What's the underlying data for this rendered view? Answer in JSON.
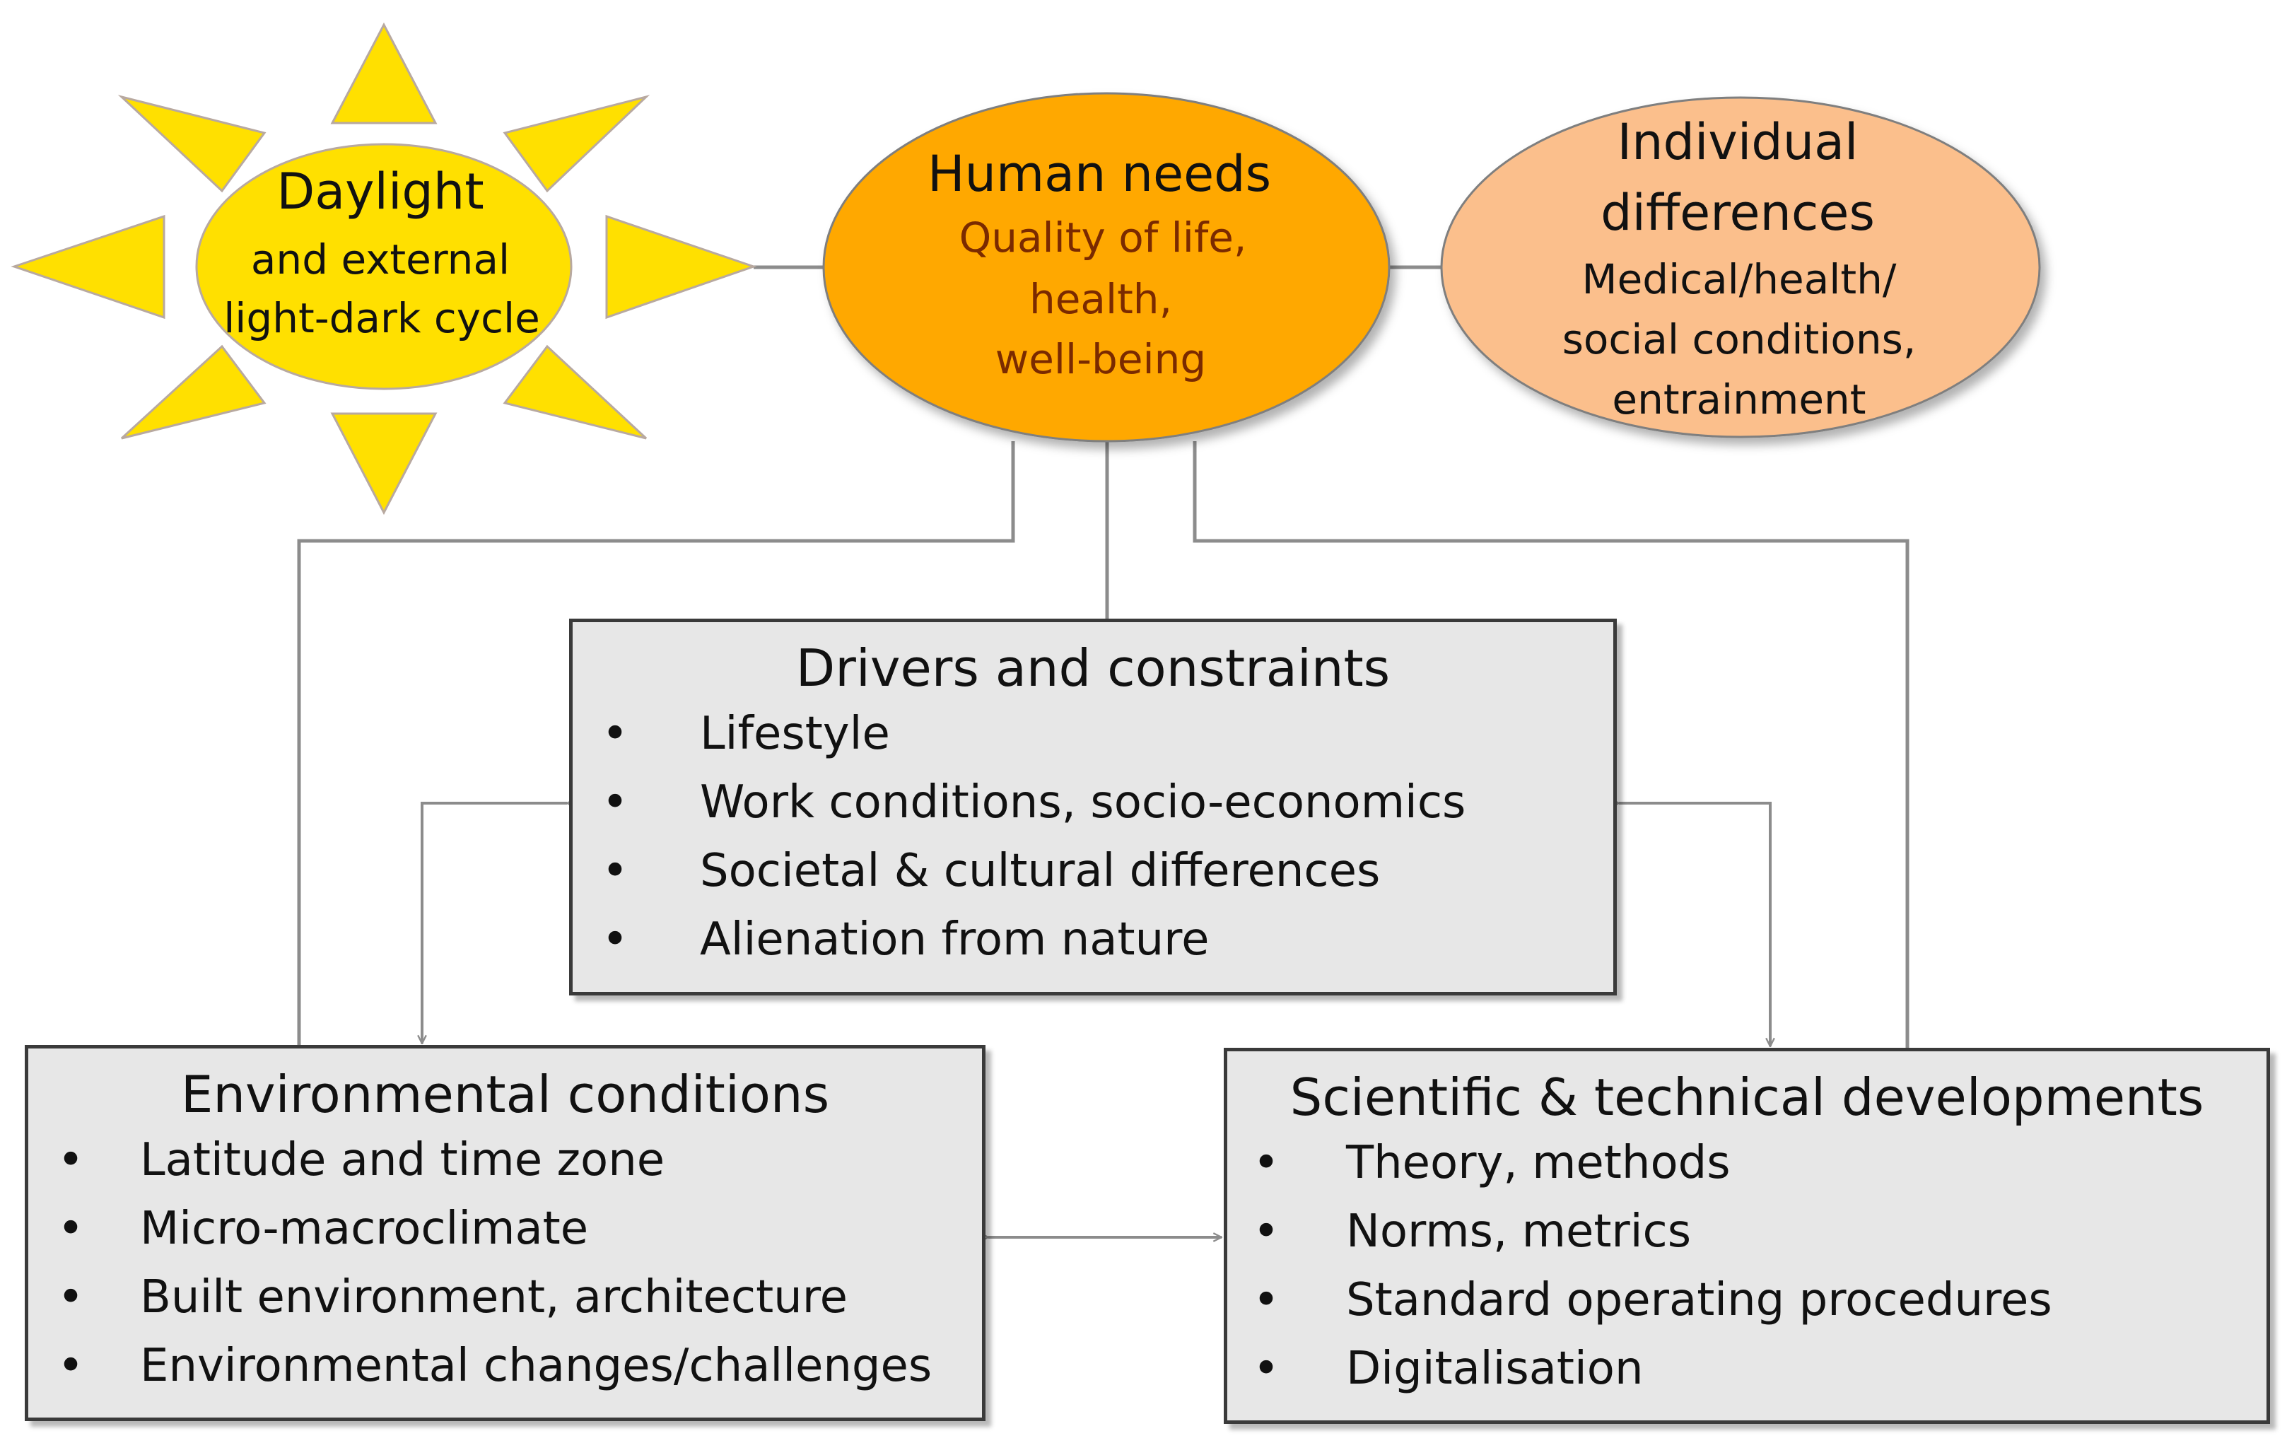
{
  "colors": {
    "sun": "#ffe000",
    "human_needs": "#ffa800",
    "individual_differences": "#fbbf8c",
    "box_fill": "#e7e7e7",
    "connector": "#8c8c8c"
  },
  "daylight": {
    "title": "Daylight",
    "lines": [
      "and external",
      "light-dark cycle"
    ]
  },
  "human_needs": {
    "title": "Human needs",
    "lines": [
      "Quality of life,",
      "health,",
      "well-being"
    ]
  },
  "individual_differences": {
    "title_lines": [
      "Individual",
      "differences"
    ],
    "lines": [
      "Medical/health/",
      "social conditions,",
      "entrainment"
    ]
  },
  "drivers": {
    "title": "Drivers and constraints",
    "bullet": "•",
    "items": [
      "Lifestyle",
      "Work conditions, socio-economics",
      "Societal & cultural differences",
      "Alienation from nature"
    ]
  },
  "environmental": {
    "title": "Environmental conditions",
    "bullet": "•",
    "items": [
      "Latitude and time zone",
      "Micro-macroclimate",
      "Built environment, architecture",
      "Environmental changes/challenges"
    ]
  },
  "scientific": {
    "title": "Scientific & technical developments",
    "bullet": "•",
    "items": [
      "Theory, methods",
      "Norms, metrics",
      "Standard operating procedures",
      "Digitalisation"
    ]
  }
}
